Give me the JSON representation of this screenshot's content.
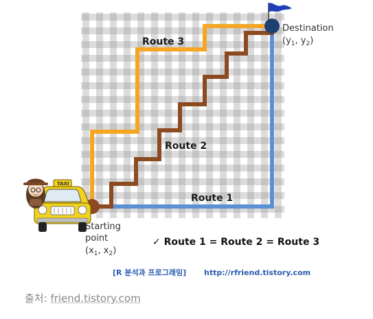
{
  "labels": {
    "route1": "Route 1",
    "route2": "Route 2",
    "route3": "Route 3",
    "destination": "Destination",
    "destination_coord_a": "(y",
    "destination_sub1": "1",
    "destination_mid": ", y",
    "destination_sub2": "2",
    "destination_close": ")",
    "start_line1": "Starting",
    "start_line2": "point",
    "start_coord_a": "(x",
    "start_sub1": "1",
    "start_mid": ", x",
    "start_sub2": "2",
    "start_close": ")",
    "equation": "✓ Route 1 = Route 2 = Route 3",
    "footer_blog": "[R 분석과 프로그래밍]",
    "footer_url": "http://rfriend.tistory.com",
    "taxi_sign": "TAXI"
  },
  "caption": {
    "prefix": "출처: ",
    "link": "friend.tistory.com"
  },
  "colors": {
    "route1": "#5b8fd6",
    "route2": "#8b4a1f",
    "route3": "#f5a623",
    "node": "#1f3f73",
    "flag": "#1f3fb8",
    "taxi": "#f2d21c",
    "grid_dark": "#cfcfcf",
    "grid_light": "#e7e7e7"
  }
}
